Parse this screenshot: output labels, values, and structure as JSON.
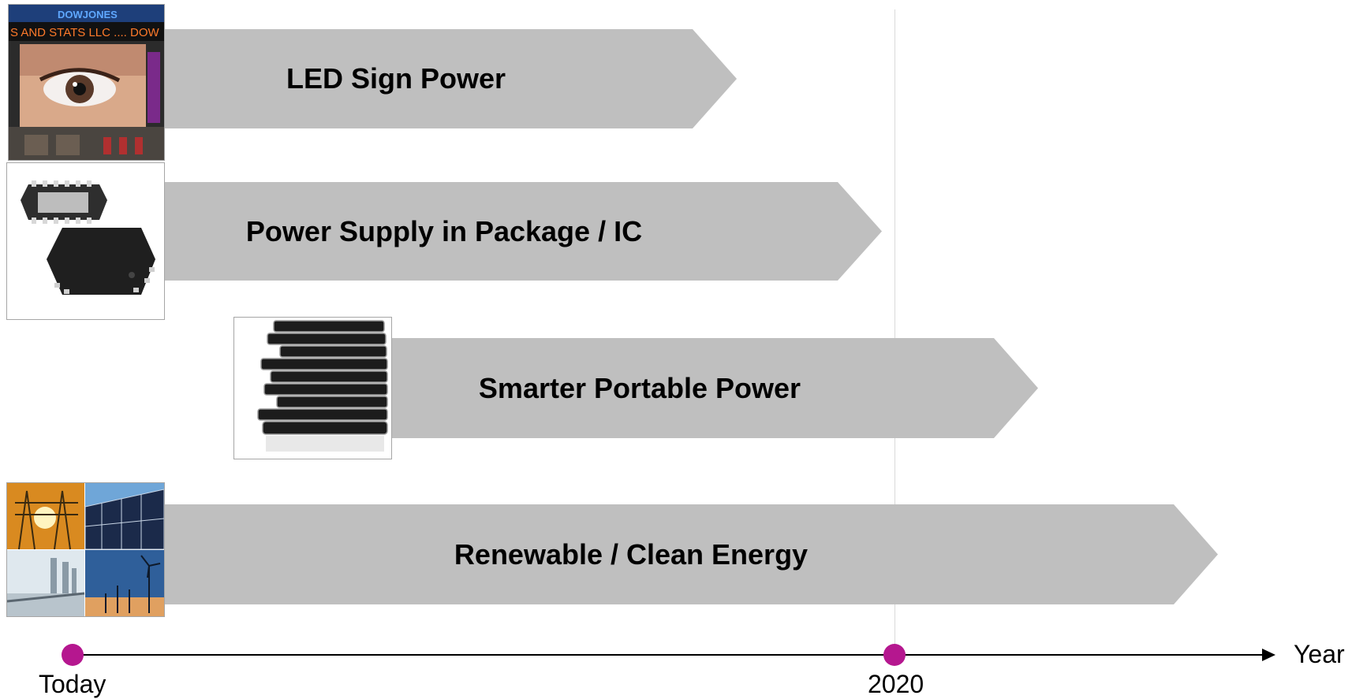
{
  "rows": [
    {
      "label": "LED Sign Power",
      "image_icon": "led-billboard-image"
    },
    {
      "label": "Power Supply in Package / IC",
      "image_icon": "ic-chip-image"
    },
    {
      "label": "Smarter Portable Power",
      "image_icon": "phone-stack-image"
    },
    {
      "label": "Renewable / Clean Energy",
      "image_icon": "energy-collage-image"
    }
  ],
  "billboard": {
    "ticker": "S AND STATS LLC .... DOW",
    "brand": "DOWJONES"
  },
  "timeline": {
    "start_label": "Today",
    "marker_label": "2020",
    "axis_label": "Year",
    "marker_color": "#b5178f",
    "arrow_color": "#bfbfbf"
  }
}
